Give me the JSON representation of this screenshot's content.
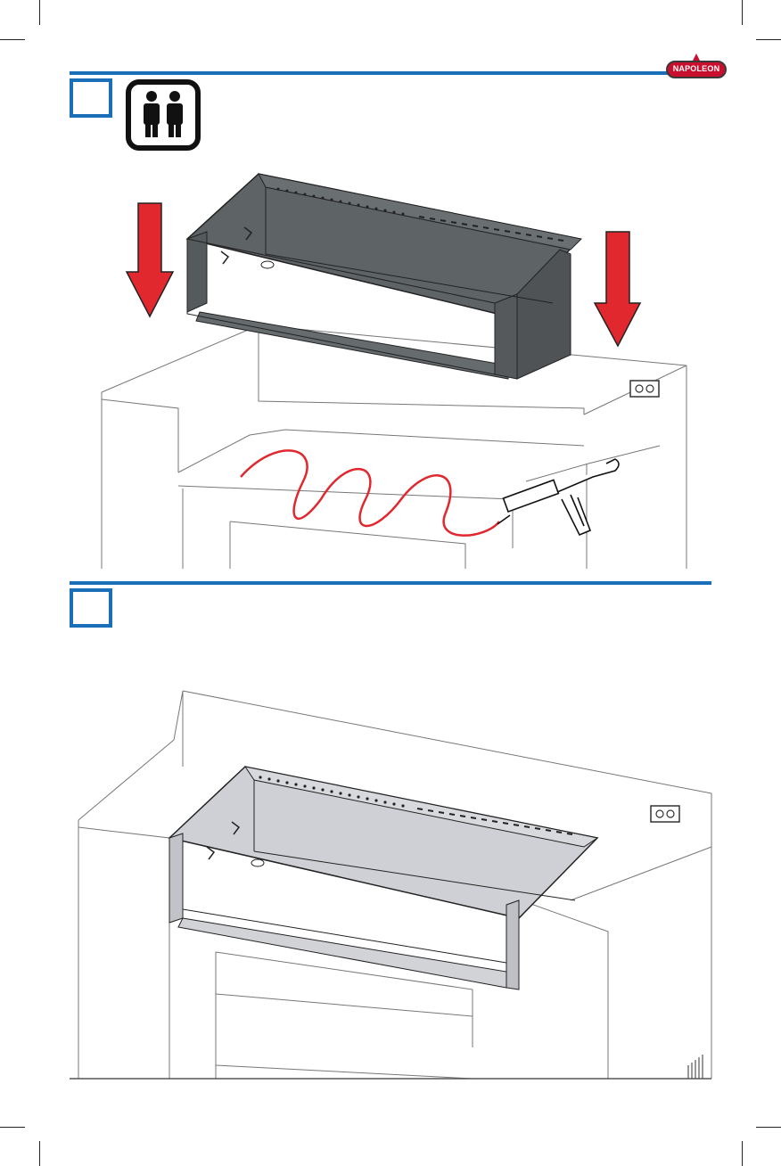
{
  "brand": {
    "logo_text": "NAPOLEON",
    "color": "#c8102e"
  },
  "accent_color": "#1b6fb8",
  "steps": [
    {
      "name": "step-one",
      "icon": "two-person-lift-icon"
    },
    {
      "name": "step-two"
    }
  ],
  "illustrations": {
    "top": [
      "arrow-down-icon",
      "caulking-gun-icon",
      "electrical-outlet-icon",
      "sealant-bead"
    ],
    "bottom": [
      "electrical-outlet-icon"
    ]
  }
}
